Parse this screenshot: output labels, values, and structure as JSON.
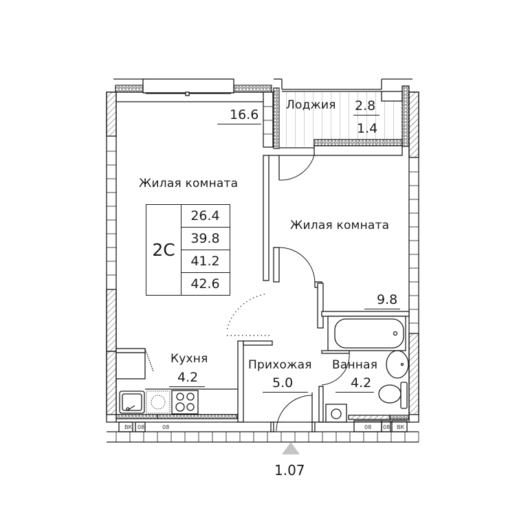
{
  "apartment": {
    "type": "2С",
    "areas": [
      "26.4",
      "39.8",
      "41.2",
      "42.6"
    ]
  },
  "rooms": {
    "living_room_1": {
      "name": "Жилая комната",
      "area": "16.6"
    },
    "living_room_2": {
      "name": "Жилая комната",
      "area": "9.8"
    },
    "loggia": {
      "name": "Лоджия",
      "area": "2.8",
      "area_reduced": "1.4"
    },
    "kitchen": {
      "name": "Кухня",
      "area": "4.2"
    },
    "hallway": {
      "name": "Прихожая",
      "area": "5.0"
    },
    "bathroom": {
      "name": "Ванная",
      "area": "4.2"
    }
  },
  "shafts": {
    "left": [
      "ВК",
      "08",
      "08"
    ],
    "right": [
      "08",
      "08",
      "ВК"
    ]
  },
  "floor_marker": {
    "value": "1.07"
  },
  "colors": {
    "line": "#1a1a1a",
    "marker_fill": "#c4c4c4",
    "background": "#ffffff"
  }
}
